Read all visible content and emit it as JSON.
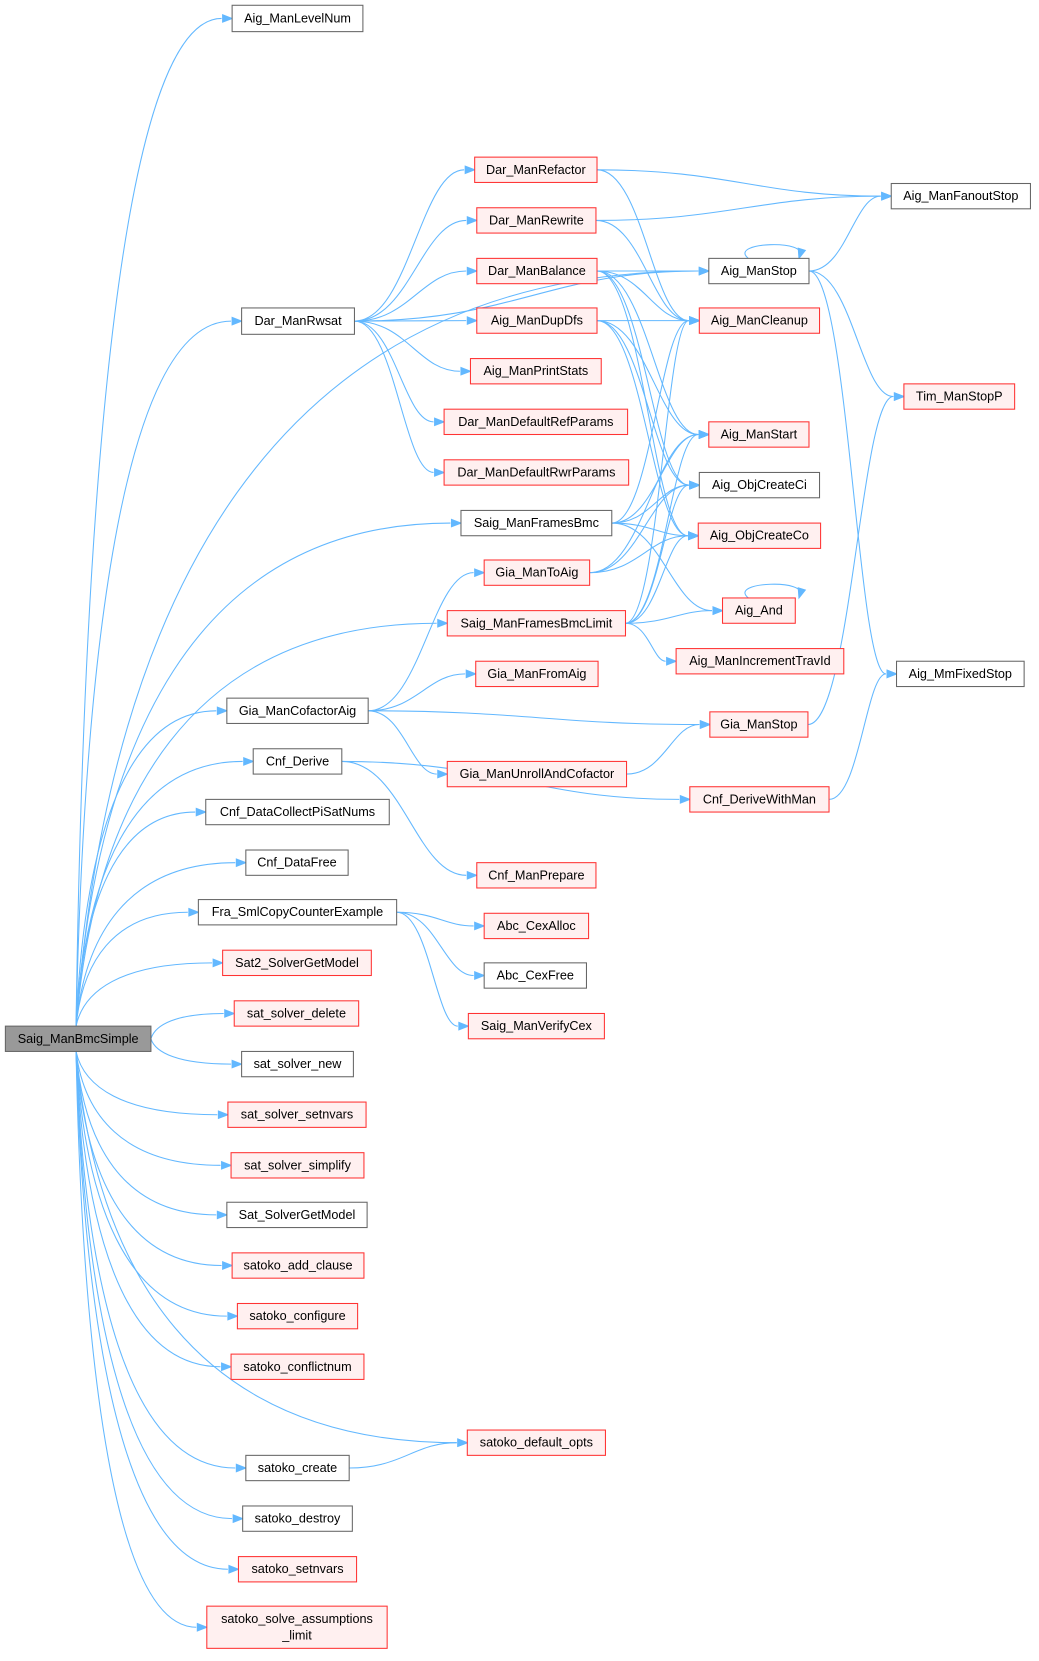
{
  "colors": {
    "edge": "#63B8FF",
    "red_border": "#FF3333",
    "red_fill": "#FFF0F0",
    "gray_border": "#666666",
    "root_fill": "#999999"
  },
  "nodes": {
    "Saig_ManBmcSimple": {
      "label": "Saig_ManBmcSimple",
      "style": "root"
    },
    "Aig_ManLevelNum": {
      "label": "Aig_ManLevelNum",
      "style": "gray"
    },
    "Aig_ManFanoutStop": {
      "label": "Aig_ManFanoutStop",
      "style": "gray"
    },
    "Dar_ManRefactor": {
      "label": "Dar_ManRefactor",
      "style": "red"
    },
    "Dar_ManRewrite": {
      "label": "Dar_ManRewrite",
      "style": "red"
    },
    "Dar_ManBalance": {
      "label": "Dar_ManBalance",
      "style": "red"
    },
    "Aig_ManStop": {
      "label": "Aig_ManStop",
      "style": "gray"
    },
    "Dar_ManRwsat": {
      "label": "Dar_ManRwsat",
      "style": "gray"
    },
    "Aig_ManDupDfs": {
      "label": "Aig_ManDupDfs",
      "style": "red"
    },
    "Aig_ManCleanup": {
      "label": "Aig_ManCleanup",
      "style": "red"
    },
    "Aig_ManPrintStats": {
      "label": "Aig_ManPrintStats",
      "style": "red"
    },
    "Tim_ManStopP": {
      "label": "Tim_ManStopP",
      "style": "red"
    },
    "Dar_ManDefaultRefParams": {
      "label": "Dar_ManDefaultRefParams",
      "style": "red"
    },
    "Aig_ManStart": {
      "label": "Aig_ManStart",
      "style": "red"
    },
    "Dar_ManDefaultRwrParams": {
      "label": "Dar_ManDefaultRwrParams",
      "style": "red"
    },
    "Aig_ObjCreateCi": {
      "label": "Aig_ObjCreateCi",
      "style": "gray"
    },
    "Saig_ManFramesBmc": {
      "label": "Saig_ManFramesBmc",
      "style": "gray"
    },
    "Aig_ObjCreateCo": {
      "label": "Aig_ObjCreateCo",
      "style": "red"
    },
    "Gia_ManToAig": {
      "label": "Gia_ManToAig",
      "style": "red"
    },
    "Aig_And": {
      "label": "Aig_And",
      "style": "red"
    },
    "Saig_ManFramesBmcLimit": {
      "label": "Saig_ManFramesBmcLimit",
      "style": "red"
    },
    "Aig_ManIncrementTravId": {
      "label": "Aig_ManIncrementTravId",
      "style": "red"
    },
    "Aig_MmFixedStop": {
      "label": "Aig_MmFixedStop",
      "style": "gray"
    },
    "Gia_ManFromAig": {
      "label": "Gia_ManFromAig",
      "style": "red"
    },
    "Gia_ManCofactorAig": {
      "label": "Gia_ManCofactorAig",
      "style": "gray"
    },
    "Gia_ManStop": {
      "label": "Gia_ManStop",
      "style": "red"
    },
    "Cnf_Derive": {
      "label": "Cnf_Derive",
      "style": "gray"
    },
    "Gia_ManUnrollAndCofactor": {
      "label": "Gia_ManUnrollAndCofactor",
      "style": "red"
    },
    "Cnf_DeriveWithMan": {
      "label": "Cnf_DeriveWithMan",
      "style": "red"
    },
    "Cnf_DataCollectPiSatNums": {
      "label": "Cnf_DataCollectPiSatNums",
      "style": "gray"
    },
    "Cnf_DataFree": {
      "label": "Cnf_DataFree",
      "style": "gray"
    },
    "Cnf_ManPrepare": {
      "label": "Cnf_ManPrepare",
      "style": "red"
    },
    "Fra_SmlCopyCounterExample": {
      "label": "Fra_SmlCopyCounterExample",
      "style": "gray"
    },
    "Abc_CexAlloc": {
      "label": "Abc_CexAlloc",
      "style": "red"
    },
    "Sat2_SolverGetModel": {
      "label": "Sat2_SolverGetModel",
      "style": "red"
    },
    "Abc_CexFree": {
      "label": "Abc_CexFree",
      "style": "gray"
    },
    "sat_solver_delete": {
      "label": "sat_solver_delete",
      "style": "red"
    },
    "Saig_ManVerifyCex": {
      "label": "Saig_ManVerifyCex",
      "style": "red"
    },
    "sat_solver_new": {
      "label": "sat_solver_new",
      "style": "gray"
    },
    "sat_solver_setnvars": {
      "label": "sat_solver_setnvars",
      "style": "red"
    },
    "sat_solver_simplify": {
      "label": "sat_solver_simplify",
      "style": "red"
    },
    "Sat_SolverGetModel": {
      "label": "Sat_SolverGetModel",
      "style": "gray"
    },
    "satoko_add_clause": {
      "label": "satoko_add_clause",
      "style": "red"
    },
    "satoko_configure": {
      "label": "satoko_configure",
      "style": "red"
    },
    "satoko_conflictnum": {
      "label": "satoko_conflictnum",
      "style": "red"
    },
    "satoko_default_opts": {
      "label": "satoko_default_opts",
      "style": "red"
    },
    "satoko_create": {
      "label": "satoko_create",
      "style": "gray"
    },
    "satoko_destroy": {
      "label": "satoko_destroy",
      "style": "gray"
    },
    "satoko_setnvars": {
      "label": "satoko_setnvars",
      "style": "red"
    },
    "satoko_solve_assumptions_limit": {
      "label": "satoko_solve_assumptions",
      "label2": "_limit",
      "style": "red"
    }
  },
  "edges": [
    [
      "Saig_ManBmcSimple",
      "Aig_ManLevelNum"
    ],
    [
      "Saig_ManBmcSimple",
      "Aig_ManStop"
    ],
    [
      "Saig_ManBmcSimple",
      "Dar_ManRwsat"
    ],
    [
      "Saig_ManBmcSimple",
      "Saig_ManFramesBmc"
    ],
    [
      "Saig_ManBmcSimple",
      "Saig_ManFramesBmcLimit"
    ],
    [
      "Saig_ManBmcSimple",
      "Gia_ManCofactorAig"
    ],
    [
      "Saig_ManBmcSimple",
      "Cnf_Derive"
    ],
    [
      "Saig_ManBmcSimple",
      "Cnf_DataCollectPiSatNums"
    ],
    [
      "Saig_ManBmcSimple",
      "Cnf_DataFree"
    ],
    [
      "Saig_ManBmcSimple",
      "Fra_SmlCopyCounterExample"
    ],
    [
      "Saig_ManBmcSimple",
      "Sat2_SolverGetModel"
    ],
    [
      "Saig_ManBmcSimple",
      "sat_solver_delete"
    ],
    [
      "Saig_ManBmcSimple",
      "sat_solver_new"
    ],
    [
      "Saig_ManBmcSimple",
      "sat_solver_setnvars"
    ],
    [
      "Saig_ManBmcSimple",
      "sat_solver_simplify"
    ],
    [
      "Saig_ManBmcSimple",
      "Sat_SolverGetModel"
    ],
    [
      "Saig_ManBmcSimple",
      "satoko_add_clause"
    ],
    [
      "Saig_ManBmcSimple",
      "satoko_configure"
    ],
    [
      "Saig_ManBmcSimple",
      "satoko_conflictnum"
    ],
    [
      "Saig_ManBmcSimple",
      "satoko_default_opts"
    ],
    [
      "Saig_ManBmcSimple",
      "satoko_create"
    ],
    [
      "Saig_ManBmcSimple",
      "satoko_destroy"
    ],
    [
      "Saig_ManBmcSimple",
      "satoko_setnvars"
    ],
    [
      "Saig_ManBmcSimple",
      "satoko_solve_assumptions_limit"
    ],
    [
      "Dar_ManRwsat",
      "Aig_ManStop"
    ],
    [
      "Dar_ManRwsat",
      "Dar_ManRefactor"
    ],
    [
      "Dar_ManRwsat",
      "Dar_ManRewrite"
    ],
    [
      "Dar_ManRwsat",
      "Dar_ManBalance"
    ],
    [
      "Dar_ManRwsat",
      "Aig_ManDupDfs"
    ],
    [
      "Dar_ManRwsat",
      "Aig_ManPrintStats"
    ],
    [
      "Dar_ManRwsat",
      "Dar_ManDefaultRefParams"
    ],
    [
      "Dar_ManRwsat",
      "Dar_ManDefaultRwrParams"
    ],
    [
      "Dar_ManRefactor",
      "Aig_ManFanoutStop"
    ],
    [
      "Dar_ManRefactor",
      "Aig_ManCleanup"
    ],
    [
      "Dar_ManRewrite",
      "Aig_ManFanoutStop"
    ],
    [
      "Dar_ManRewrite",
      "Aig_ManCleanup"
    ],
    [
      "Dar_ManBalance",
      "Aig_ManStop"
    ],
    [
      "Dar_ManBalance",
      "Aig_ManCleanup"
    ],
    [
      "Dar_ManBalance",
      "Aig_ManStart"
    ],
    [
      "Dar_ManBalance",
      "Aig_ObjCreateCi"
    ],
    [
      "Dar_ManBalance",
      "Aig_ObjCreateCo"
    ],
    [
      "Aig_ManStop",
      "Aig_ManStop"
    ],
    [
      "Aig_ManStop",
      "Aig_ManFanoutStop"
    ],
    [
      "Aig_ManStop",
      "Tim_ManStopP"
    ],
    [
      "Aig_ManStop",
      "Aig_MmFixedStop"
    ],
    [
      "Aig_ManDupDfs",
      "Aig_ManCleanup"
    ],
    [
      "Aig_ManDupDfs",
      "Aig_ManStart"
    ],
    [
      "Aig_ManDupDfs",
      "Aig_ObjCreateCi"
    ],
    [
      "Aig_ManDupDfs",
      "Aig_ObjCreateCo"
    ],
    [
      "Saig_ManFramesBmc",
      "Aig_ManCleanup"
    ],
    [
      "Saig_ManFramesBmc",
      "Aig_ManStart"
    ],
    [
      "Saig_ManFramesBmc",
      "Aig_ObjCreateCi"
    ],
    [
      "Saig_ManFramesBmc",
      "Aig_ObjCreateCo"
    ],
    [
      "Saig_ManFramesBmc",
      "Aig_And"
    ],
    [
      "Gia_ManToAig",
      "Aig_ManStart"
    ],
    [
      "Gia_ManToAig",
      "Aig_ObjCreateCi"
    ],
    [
      "Gia_ManToAig",
      "Aig_ObjCreateCo"
    ],
    [
      "Saig_ManFramesBmcLimit",
      "Aig_ManCleanup"
    ],
    [
      "Saig_ManFramesBmcLimit",
      "Aig_ManStart"
    ],
    [
      "Saig_ManFramesBmcLimit",
      "Aig_ObjCreateCi"
    ],
    [
      "Saig_ManFramesBmcLimit",
      "Aig_ObjCreateCo"
    ],
    [
      "Saig_ManFramesBmcLimit",
      "Aig_And"
    ],
    [
      "Saig_ManFramesBmcLimit",
      "Aig_ManIncrementTravId"
    ],
    [
      "Aig_And",
      "Aig_And"
    ],
    [
      "Gia_ManCofactorAig",
      "Gia_ManToAig"
    ],
    [
      "Gia_ManCofactorAig",
      "Gia_ManFromAig"
    ],
    [
      "Gia_ManCofactorAig",
      "Gia_ManStop"
    ],
    [
      "Gia_ManCofactorAig",
      "Gia_ManUnrollAndCofactor"
    ],
    [
      "Gia_ManUnrollAndCofactor",
      "Gia_ManStop"
    ],
    [
      "Gia_ManStop",
      "Tim_ManStopP"
    ],
    [
      "Cnf_Derive",
      "Cnf_DeriveWithMan"
    ],
    [
      "Cnf_Derive",
      "Cnf_ManPrepare"
    ],
    [
      "Cnf_DeriveWithMan",
      "Aig_MmFixedStop"
    ],
    [
      "Fra_SmlCopyCounterExample",
      "Abc_CexAlloc"
    ],
    [
      "Fra_SmlCopyCounterExample",
      "Abc_CexFree"
    ],
    [
      "Fra_SmlCopyCounterExample",
      "Saig_ManVerifyCex"
    ],
    [
      "satoko_create",
      "satoko_default_opts"
    ]
  ]
}
